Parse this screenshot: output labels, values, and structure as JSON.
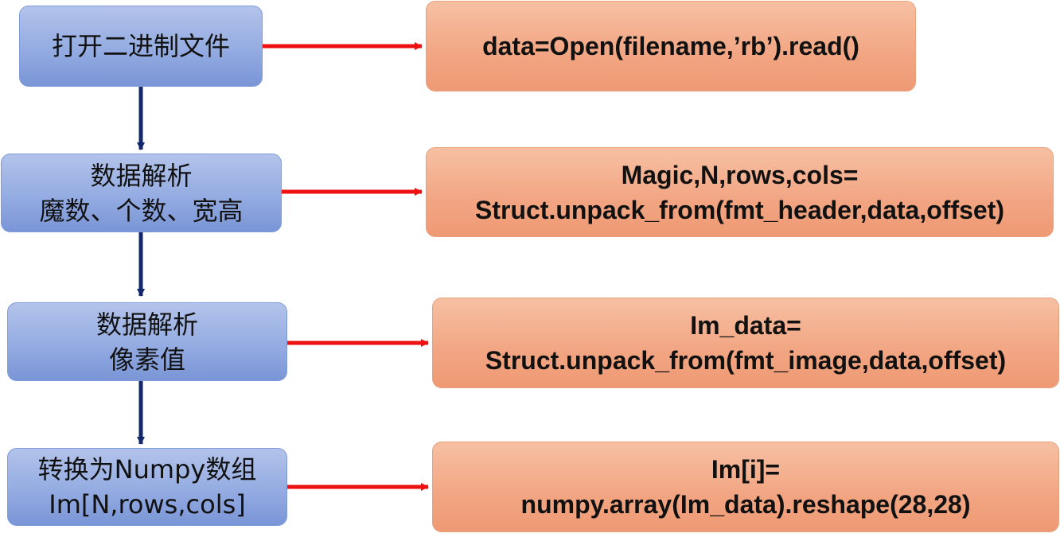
{
  "steps": [
    {
      "lines": [
        "打开二进制文件"
      ]
    },
    {
      "lines": [
        "数据解析",
        "魔数、个数、宽高"
      ]
    },
    {
      "lines": [
        "数据解析",
        "像素值"
      ]
    },
    {
      "lines": [
        "转换为Numpy数组",
        "Im[N,rows,cols]"
      ]
    }
  ],
  "code": [
    {
      "lines": [
        "data=Open(filename,’rb’).read()"
      ]
    },
    {
      "lines": [
        "Magic,N,rows,cols=",
        "Struct.unpack_from(fmt_header,data,offset)"
      ]
    },
    {
      "lines": [
        "Im_data=",
        "Struct.unpack_from(fmt_image,data,offset)"
      ]
    },
    {
      "lines": [
        "Im[i]=",
        "numpy.array(Im_data).reshape(28,28)"
      ]
    }
  ],
  "colors": {
    "step_fill": "#94ace2",
    "code_fill": "#f2a582",
    "down_arrow": "#12286b",
    "right_arrow": "#ee1111"
  }
}
